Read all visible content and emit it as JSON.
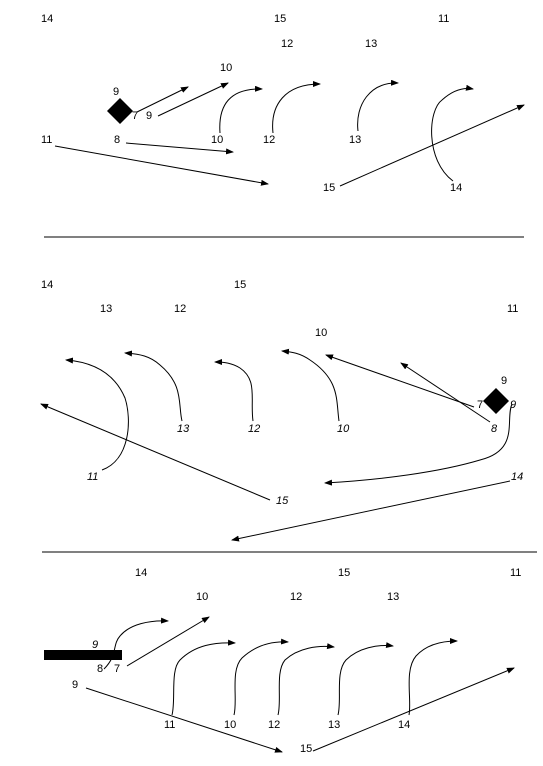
{
  "colors": {
    "ink": "#000000",
    "background": "#ffffff"
  },
  "panels": [
    {
      "labels": [
        {
          "id": "p1-top-14",
          "text": "14",
          "italic": false
        },
        {
          "id": "p1-top-15",
          "text": "15",
          "italic": false
        },
        {
          "id": "p1-top-11",
          "text": "11",
          "italic": false
        },
        {
          "id": "p1-top-12",
          "text": "12",
          "italic": false
        },
        {
          "id": "p1-top-13",
          "text": "13",
          "italic": false
        },
        {
          "id": "p1-top-10",
          "text": "10",
          "italic": false
        },
        {
          "id": "p1-ball-9",
          "text": "9",
          "italic": false
        },
        {
          "id": "p1-7",
          "text": "7",
          "italic": false
        },
        {
          "id": "p1-9",
          "text": "9",
          "italic": false
        },
        {
          "id": "p1-11",
          "text": "11",
          "italic": false
        },
        {
          "id": "p1-8",
          "text": "8",
          "italic": false
        },
        {
          "id": "p1-10",
          "text": "10",
          "italic": false
        },
        {
          "id": "p1-12",
          "text": "12",
          "italic": false
        },
        {
          "id": "p1-13",
          "text": "13",
          "italic": false
        },
        {
          "id": "p1-15",
          "text": "15",
          "italic": false
        },
        {
          "id": "p1-14",
          "text": "14",
          "italic": false
        }
      ]
    },
    {
      "labels": [
        {
          "id": "p2-top-14",
          "text": "14",
          "italic": false
        },
        {
          "id": "p2-top-15",
          "text": "15",
          "italic": false
        },
        {
          "id": "p2-top-13",
          "text": "13",
          "italic": false
        },
        {
          "id": "p2-top-12",
          "text": "12",
          "italic": false
        },
        {
          "id": "p2-top-11",
          "text": "11",
          "italic": false
        },
        {
          "id": "p2-top-10",
          "text": "10",
          "italic": false
        },
        {
          "id": "p2-ball-9",
          "text": "9",
          "italic": false
        },
        {
          "id": "p2-7",
          "text": "7",
          "italic": false
        },
        {
          "id": "p2-9",
          "text": "9",
          "italic": true
        },
        {
          "id": "p2-8",
          "text": "8",
          "italic": true
        },
        {
          "id": "p2-13",
          "text": "13",
          "italic": true
        },
        {
          "id": "p2-12",
          "text": "12",
          "italic": true
        },
        {
          "id": "p2-10",
          "text": "10",
          "italic": true
        },
        {
          "id": "p2-14",
          "text": "14",
          "italic": true
        },
        {
          "id": "p2-11",
          "text": "11",
          "italic": true
        },
        {
          "id": "p2-15",
          "text": "15",
          "italic": true
        }
      ]
    },
    {
      "labels": [
        {
          "id": "p3-top-14",
          "text": "14",
          "italic": false
        },
        {
          "id": "p3-top-15",
          "text": "15",
          "italic": false
        },
        {
          "id": "p3-top-11",
          "text": "11",
          "italic": false
        },
        {
          "id": "p3-top-10",
          "text": "10",
          "italic": false
        },
        {
          "id": "p3-top-12",
          "text": "12",
          "italic": false
        },
        {
          "id": "p3-top-13",
          "text": "13",
          "italic": false
        },
        {
          "id": "p3-9i",
          "text": "9",
          "italic": true
        },
        {
          "id": "p3-8",
          "text": "8",
          "italic": false
        },
        {
          "id": "p3-7",
          "text": "7",
          "italic": false
        },
        {
          "id": "p3-9",
          "text": "9",
          "italic": false
        },
        {
          "id": "p3-11",
          "text": "11",
          "italic": false
        },
        {
          "id": "p3-10",
          "text": "10",
          "italic": false
        },
        {
          "id": "p3-12",
          "text": "12",
          "italic": false
        },
        {
          "id": "p3-13",
          "text": "13",
          "italic": false
        },
        {
          "id": "p3-14",
          "text": "14",
          "italic": false
        },
        {
          "id": "p3-15",
          "text": "15",
          "italic": false
        }
      ]
    }
  ]
}
